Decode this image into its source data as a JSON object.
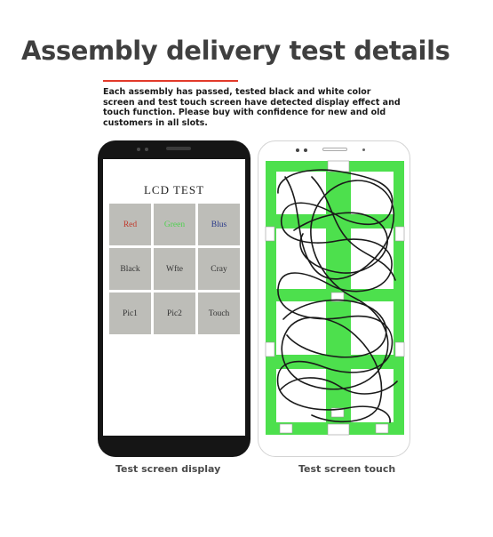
{
  "heading": "Assembly delivery test details",
  "description": "Each assembly has passed, tested black and white color screen and test touch screen have detected display effect and touch function. Please buy with confidence for new and old customers in all slots.",
  "lcd_test": {
    "title": "LCD  TEST",
    "tiles": [
      {
        "label": "Red",
        "color": "#c0392b"
      },
      {
        "label": "Green",
        "color": "#52d152"
      },
      {
        "label": "Blus",
        "color": "#2a3a8a"
      },
      {
        "label": "Black",
        "color": "#333333"
      },
      {
        "label": "Wfte",
        "color": "#333333"
      },
      {
        "label": "Cray",
        "color": "#333333"
      },
      {
        "label": "Pic1",
        "color": "#333333"
      },
      {
        "label": "Pic2",
        "color": "#333333"
      },
      {
        "label": "Touch",
        "color": "#333333"
      }
    ]
  },
  "captions": {
    "display": "Test screen display",
    "touch": "Test screen touch"
  },
  "colors": {
    "accent_rule": "#e23a2a",
    "touch_green": "#4de04d",
    "phone_black": "#151515"
  }
}
